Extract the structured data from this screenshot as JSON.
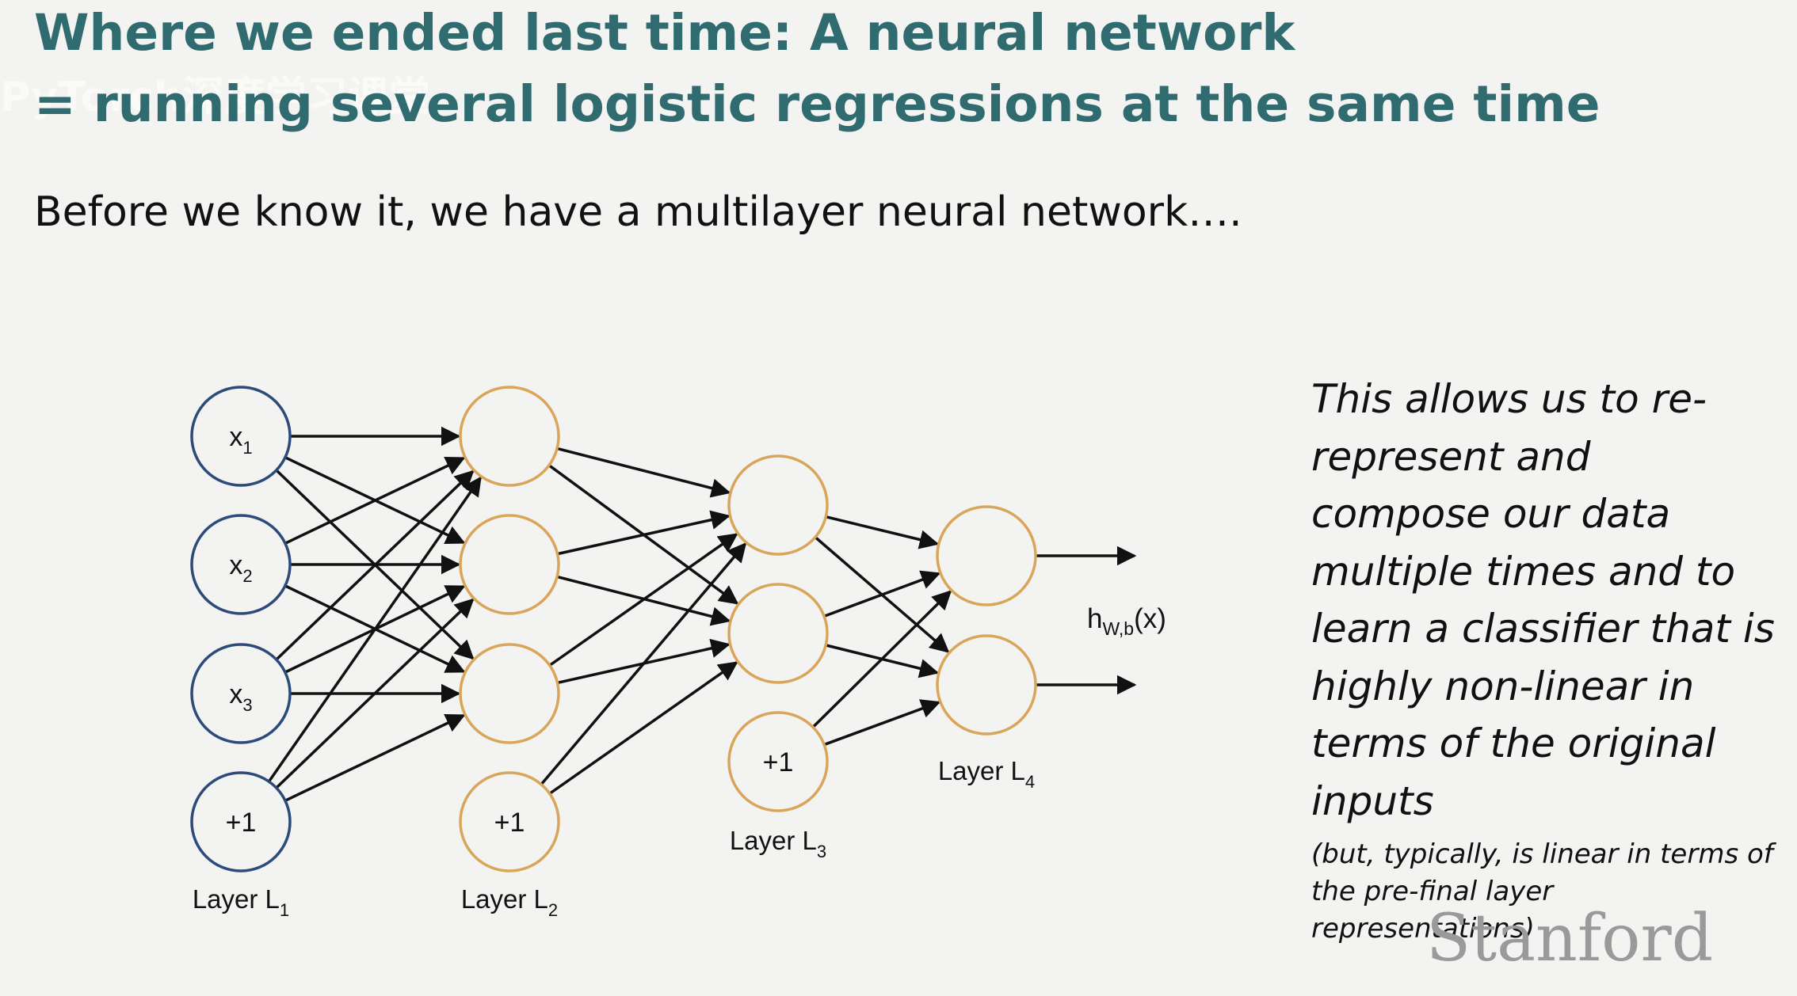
{
  "slide": {
    "title_line1": "Where we ended last time: A neural network",
    "title_line2": "= running several logistic regressions at the same time",
    "watermark": "PyTorch深度学习课堂",
    "subtitle": "Before we know it, we have a multilayer neural network….",
    "side_text": "This allows us to re-represent and compose our data multiple times and to learn a classifier that is highly non-linear in terms of the original inputs",
    "side_note": "(but, typically, is linear in terms of the pre-final layer representations)",
    "logo": "Stanford"
  },
  "diagram": {
    "colors": {
      "input_node": "#2c4a7a",
      "hidden_node": "#d9a55a",
      "edge": "#111111",
      "title": "#2f6b6f"
    },
    "layers": [
      {
        "label": "Layer L",
        "sub": "1",
        "nodes": [
          {
            "var": "x",
            "sub": "1"
          },
          {
            "var": "x",
            "sub": "2"
          },
          {
            "var": "x",
            "sub": "3"
          },
          {
            "var": "+1",
            "sub": ""
          }
        ]
      },
      {
        "label": "Layer L",
        "sub": "2",
        "nodes": [
          {
            "var": "",
            "sub": ""
          },
          {
            "var": "",
            "sub": ""
          },
          {
            "var": "",
            "sub": ""
          },
          {
            "var": "+1",
            "sub": ""
          }
        ]
      },
      {
        "label": "Layer L",
        "sub": "3",
        "nodes": [
          {
            "var": "",
            "sub": ""
          },
          {
            "var": "",
            "sub": ""
          },
          {
            "var": "+1",
            "sub": ""
          }
        ]
      },
      {
        "label": "Layer L",
        "sub": "4",
        "nodes": [
          {
            "var": "",
            "sub": ""
          },
          {
            "var": "",
            "sub": ""
          }
        ]
      }
    ],
    "output": {
      "label": "h",
      "sub": "W,b",
      "suffix": "(x)"
    }
  }
}
